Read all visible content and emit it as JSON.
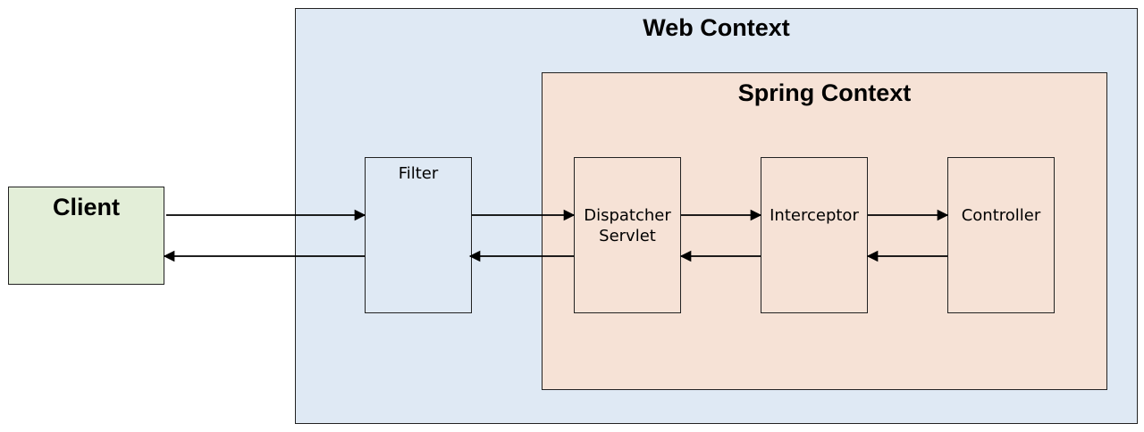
{
  "colors": {
    "web_context_fill": "#dfe9f4",
    "spring_context_fill": "#f6e2d6",
    "client_fill": "#e3eed8",
    "filter_fill": "#dfe9f4",
    "spring_node_fill": "#f6e2d6",
    "stroke": "#222222"
  },
  "web_context": {
    "title": "Web Context"
  },
  "spring_context": {
    "title": "Spring Context"
  },
  "nodes": {
    "client": "Client",
    "filter": "Filter",
    "dispatcher_line1": "Dispatcher",
    "dispatcher_line2": "Servlet",
    "interceptor": "Interceptor",
    "controller": "Controller"
  },
  "edges": [
    {
      "from": "Client",
      "to": "Filter",
      "direction": "request"
    },
    {
      "from": "Filter",
      "to": "Dispatcher Servlet",
      "direction": "request"
    },
    {
      "from": "Dispatcher Servlet",
      "to": "Interceptor",
      "direction": "request"
    },
    {
      "from": "Interceptor",
      "to": "Controller",
      "direction": "request"
    },
    {
      "from": "Controller",
      "to": "Interceptor",
      "direction": "response"
    },
    {
      "from": "Interceptor",
      "to": "Dispatcher Servlet",
      "direction": "response"
    },
    {
      "from": "Dispatcher Servlet",
      "to": "Filter",
      "direction": "response"
    },
    {
      "from": "Filter",
      "to": "Client",
      "direction": "response"
    }
  ]
}
